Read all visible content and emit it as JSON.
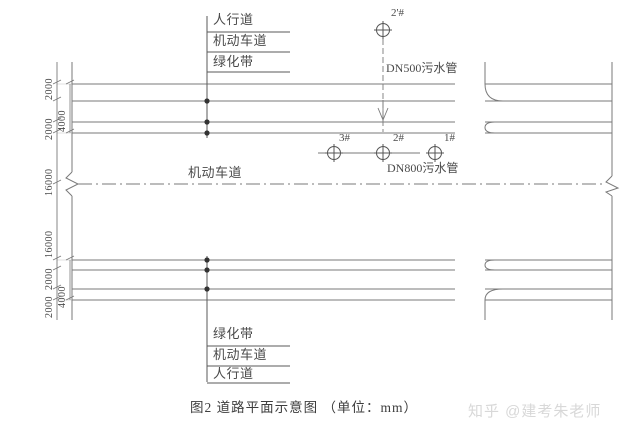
{
  "figure": {
    "caption": "图2  道路平面示意图  （单位：mm）",
    "watermark": "知乎 @建考朱老师"
  },
  "top_labels": [
    {
      "id": "sidewalk-top",
      "text": "人行道"
    },
    {
      "id": "roadway-top",
      "text": "机动车道"
    },
    {
      "id": "greenbelt-top",
      "text": "绿化带"
    }
  ],
  "bottom_labels": [
    {
      "id": "greenbelt-bottom",
      "text": "绿化带"
    },
    {
      "id": "roadway-bottom",
      "text": "机动车道"
    },
    {
      "id": "sidewalk-bottom",
      "text": "人行道"
    }
  ],
  "center_label": {
    "text": "机动车道"
  },
  "pipes": [
    {
      "id": "dn500",
      "text": "DN500污水管"
    },
    {
      "id": "dn800",
      "text": "DN800污水管"
    }
  ],
  "manholes": [
    {
      "id": "mh-2p",
      "label": "2'#"
    },
    {
      "id": "mh-3",
      "label": "3#"
    },
    {
      "id": "mh-2",
      "label": "2#"
    },
    {
      "id": "mh-1",
      "label": "1#"
    }
  ],
  "dimensions_top": [
    {
      "id": "dim-top-1",
      "value": "2000"
    },
    {
      "id": "dim-top-2",
      "value": "4000"
    },
    {
      "id": "dim-top-3",
      "value": "2000"
    },
    {
      "id": "dim-top-4",
      "value": "16000"
    }
  ],
  "dimensions_bottom": [
    {
      "id": "dim-bot-1",
      "value": "16000"
    },
    {
      "id": "dim-bot-2",
      "value": "2000"
    },
    {
      "id": "dim-bot-3",
      "value": "4000"
    },
    {
      "id": "dim-bot-4",
      "value": "2000"
    }
  ],
  "colors": {
    "line": "#7a7a7a",
    "line_dark": "#555555",
    "text": "#4a4a4a",
    "background": "#ffffff",
    "watermark": "#d8d8d8"
  }
}
